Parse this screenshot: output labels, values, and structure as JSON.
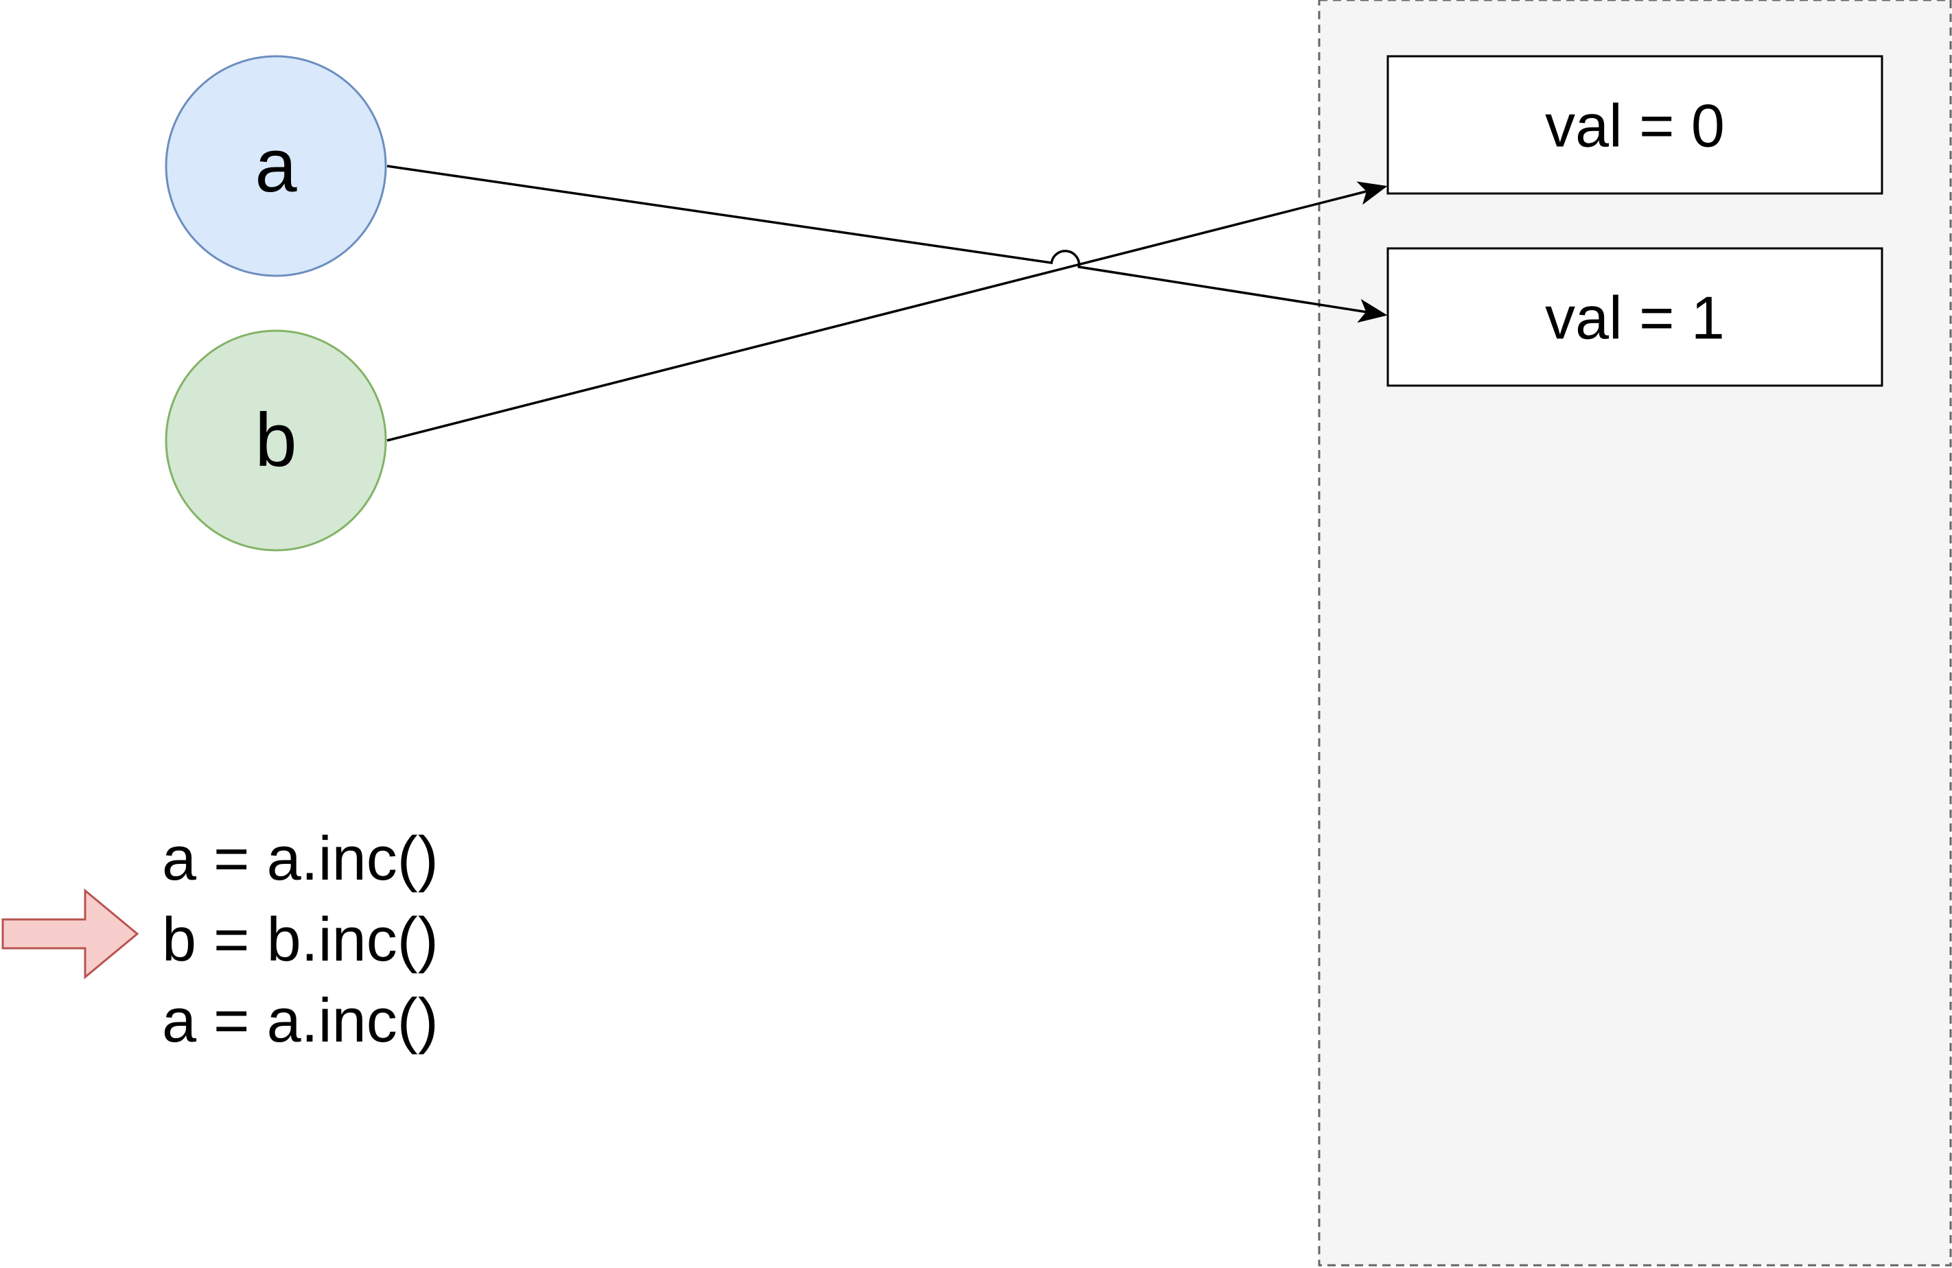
{
  "variables": [
    {
      "name": "a",
      "fill": "#dae8fc",
      "stroke": "#6c8ebf"
    },
    {
      "name": "b",
      "fill": "#d5e8d4",
      "stroke": "#82b366"
    }
  ],
  "heap": {
    "fill": "#f5f5f5",
    "border": "#666666",
    "objects": [
      {
        "label": "val = 0"
      },
      {
        "label": "val = 1"
      }
    ]
  },
  "code": {
    "lines": [
      "a = a.inc()",
      "b = b.inc()",
      "a = a.inc()"
    ],
    "current_line": 1,
    "pointer_fill": "#f8cecc",
    "pointer_stroke": "#b85450"
  },
  "references": [
    {
      "from": "a",
      "to": "val = 1"
    },
    {
      "from": "b",
      "to": "val = 0"
    }
  ]
}
